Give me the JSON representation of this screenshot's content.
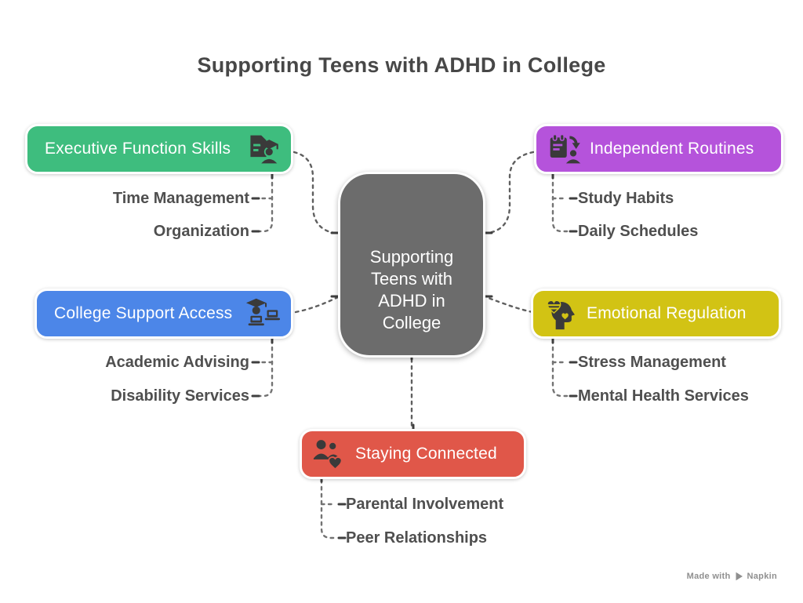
{
  "title": "Supporting Teens with ADHD in College",
  "center": {
    "label": "Supporting Teens with ADHD in College",
    "color": "#6C6C6C"
  },
  "branches": [
    {
      "id": "executive-function-skills",
      "label": "Executive Function Skills",
      "color": "#3EBD7E",
      "icon": "document-graduate-icon",
      "icon_side": "right",
      "children": [
        "Time Management",
        "Organization"
      ]
    },
    {
      "id": "independent-routines",
      "label": "Independent Routines",
      "color": "#B553DB",
      "icon": "clipboard-routine-icon",
      "icon_side": "left",
      "children": [
        "Study Habits",
        "Daily Schedules"
      ]
    },
    {
      "id": "college-support-access",
      "label": "College Support Access",
      "color": "#4C86E8",
      "icon": "graduate-laptop-icon",
      "icon_side": "right",
      "children": [
        "Academic Advising",
        "Disability Services"
      ]
    },
    {
      "id": "emotional-regulation",
      "label": "Emotional Regulation",
      "color": "#D2C314",
      "icon": "head-heart-icon",
      "icon_side": "left",
      "children": [
        "Stress Management",
        "Mental Health Services"
      ]
    },
    {
      "id": "staying-connected",
      "label": "Staying Connected",
      "color": "#E05749",
      "icon": "people-heart-icon",
      "icon_side": "left",
      "children": [
        "Parental Involvement",
        "Peer Relationships"
      ]
    }
  ],
  "connector_color": "#6E6E6E",
  "icon_color": "#3A3A3A",
  "watermark": {
    "prefix": "Made with",
    "brand": "Napkin"
  }
}
